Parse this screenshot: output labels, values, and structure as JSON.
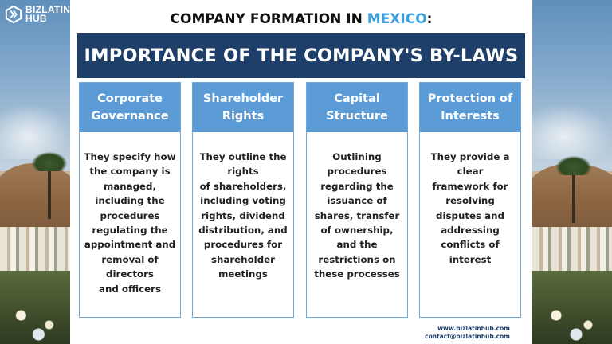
{
  "brand": {
    "line1": "BIZLATIN",
    "line2": "HUB"
  },
  "header": {
    "prefix": "COMPANY FORMATION IN ",
    "highlight": "MEXICO",
    "suffix": ":",
    "highlight_color": "#3aa0e0"
  },
  "banner": {
    "title": "IMPORTANCE OF THE COMPANY'S BY-LAWS",
    "bg_color": "#1d3f69"
  },
  "cards": [
    {
      "heading": [
        "Corporate",
        "Governance"
      ],
      "body": [
        "They specify how",
        "the company is",
        "managed,",
        "including the",
        "procedures",
        "regulating the",
        "appointment and",
        "removal of",
        "directors",
        "and officers"
      ]
    },
    {
      "heading": [
        "Shareholder",
        "Rights"
      ],
      "body": [
        "They outline the",
        "rights",
        "of shareholders,",
        "including voting",
        "rights, dividend",
        "distribution, and",
        "procedures for",
        "shareholder",
        "meetings"
      ]
    },
    {
      "heading": [
        "Capital",
        "Structure"
      ],
      "body": [
        "Outlining",
        "procedures",
        "regarding the",
        "issuance of",
        "shares, transfer",
        "of ownership,",
        "and the",
        "restrictions on",
        "these processes"
      ]
    },
    {
      "heading": [
        "Protection of",
        "Interests"
      ],
      "body": [
        "They provide a",
        "clear",
        "framework for",
        "resolving",
        "disputes and",
        "addressing",
        "conflicts of",
        "interest"
      ]
    }
  ],
  "card_header_color": "#5b9bd6",
  "footer": {
    "website": "www.bizlatinhub.com",
    "email": "contact@bizlatinhub.com"
  }
}
